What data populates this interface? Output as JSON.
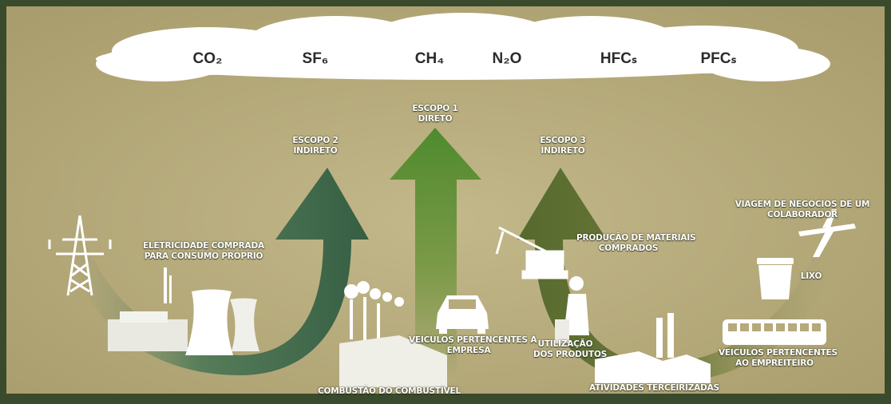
{
  "colors": {
    "frame": "#3a4a2c",
    "background": "#b6aa7c",
    "cloud": "#ffffff",
    "scope1_arrow": "#5d8f3a",
    "scope2_arrow": "#3f6b4f",
    "scope3_arrow": "#6e7a3a",
    "icons": "#ffffff"
  },
  "gases": [
    {
      "label": "CO₂"
    },
    {
      "label": "SF₆"
    },
    {
      "label": "CH₄"
    },
    {
      "label": "N₂O"
    },
    {
      "label": "HFCₛ"
    },
    {
      "label": "PFCₛ"
    }
  ],
  "scopes": {
    "scope1": {
      "title": "ESCOPO 1",
      "subtitle": "DIRETO"
    },
    "scope2": {
      "title": "ESCOPO 2",
      "subtitle": "INDIRETO"
    },
    "scope3": {
      "title": "ESCOPO 3",
      "subtitle": "INDIRETO"
    }
  },
  "sources": {
    "electricity": [
      "ELETRICIDADE COMPRADA",
      "PARA CONSUMO PRÓPRIO"
    ],
    "fuel": "COMBUSTÃO DO COMBUSTÍVEL",
    "company_vehicles": [
      "VEICULOS PERTENCENTES À",
      "EMPRESA"
    ],
    "materials": [
      "PRODUÇÃO DE MATERIAIS",
      "COMPRADOS"
    ],
    "product_use": [
      "UTILIZAÇÃO",
      "DOS PRODUTOS"
    ],
    "outsourced": "ATIVIDADES TERCEIRIZADAS",
    "contractor_vehicles": [
      "VEICULOS PERTENCENTES",
      "AO EMPREITEIRO"
    ],
    "waste": "LIXO",
    "business_travel": [
      "VIAGEM DE NEGÓCIOS DE UM",
      "COLABORADOR"
    ]
  },
  "icons": [
    "power-tower-icon",
    "cooling-tower-icon",
    "factory-icon",
    "car-icon",
    "crane-icon",
    "worker-icon",
    "bus-icon",
    "trash-can-icon",
    "airplane-icon"
  ]
}
